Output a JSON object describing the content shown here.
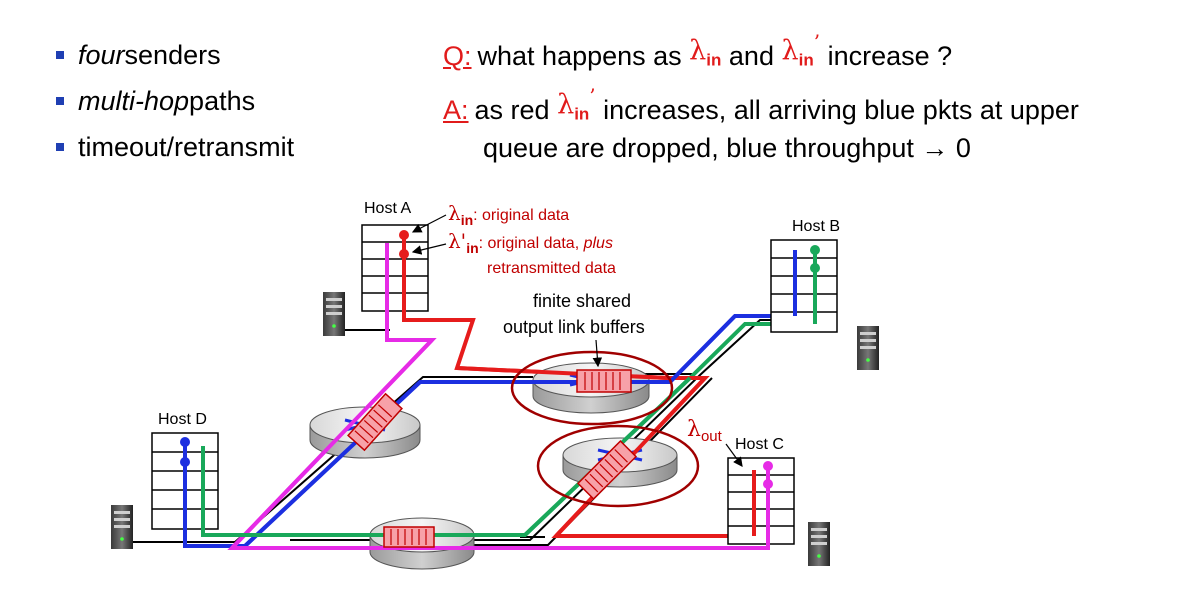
{
  "bullets": [
    {
      "emph": "four",
      "rest": " senders"
    },
    {
      "emph": "multi-hop",
      "rest": " paths"
    },
    {
      "emph": "",
      "rest": "timeout/retransmit"
    }
  ],
  "question": {
    "label": "Q:",
    "pre": "what happens as ",
    "lam1": "λ",
    "sub1": "in",
    "mid": " and ",
    "lam2": "λ",
    "sub2": "in",
    "prime": "’",
    "post": " increase ?"
  },
  "answer": {
    "label": "A:",
    "pre": "as red ",
    "lam": "λ",
    "sub": "in",
    "prime": "’",
    "line1_post": " increases, all arriving blue pkts at upper",
    "line2": "queue are dropped, blue throughput → 0"
  },
  "diagram": {
    "host_a": "Host A",
    "host_b": "Host B",
    "host_c": "Host C",
    "host_d": "Host D",
    "lambda_in_label": "λ",
    "lambda_in_sub": "in",
    "lambda_in_text": ": original data",
    "lambda_in_prime_label": "λ'",
    "lambda_in_prime_sub": "in",
    "lambda_in_prime_text1": ": original data, ",
    "lambda_in_prime_text_plus": "plus",
    "lambda_in_prime_text2": "retransmitted data",
    "buffer_label_1": "finite shared",
    "buffer_label_2": "output link buffers",
    "lambda_out_label": "λ",
    "lambda_out_sub": "out"
  },
  "colors": {
    "red": "#e61c1c",
    "blue": "#1c2fe0",
    "green": "#19a85a",
    "magenta": "#e62be6",
    "accent_text": "#c00000",
    "bullet": "#1f3fb3"
  }
}
